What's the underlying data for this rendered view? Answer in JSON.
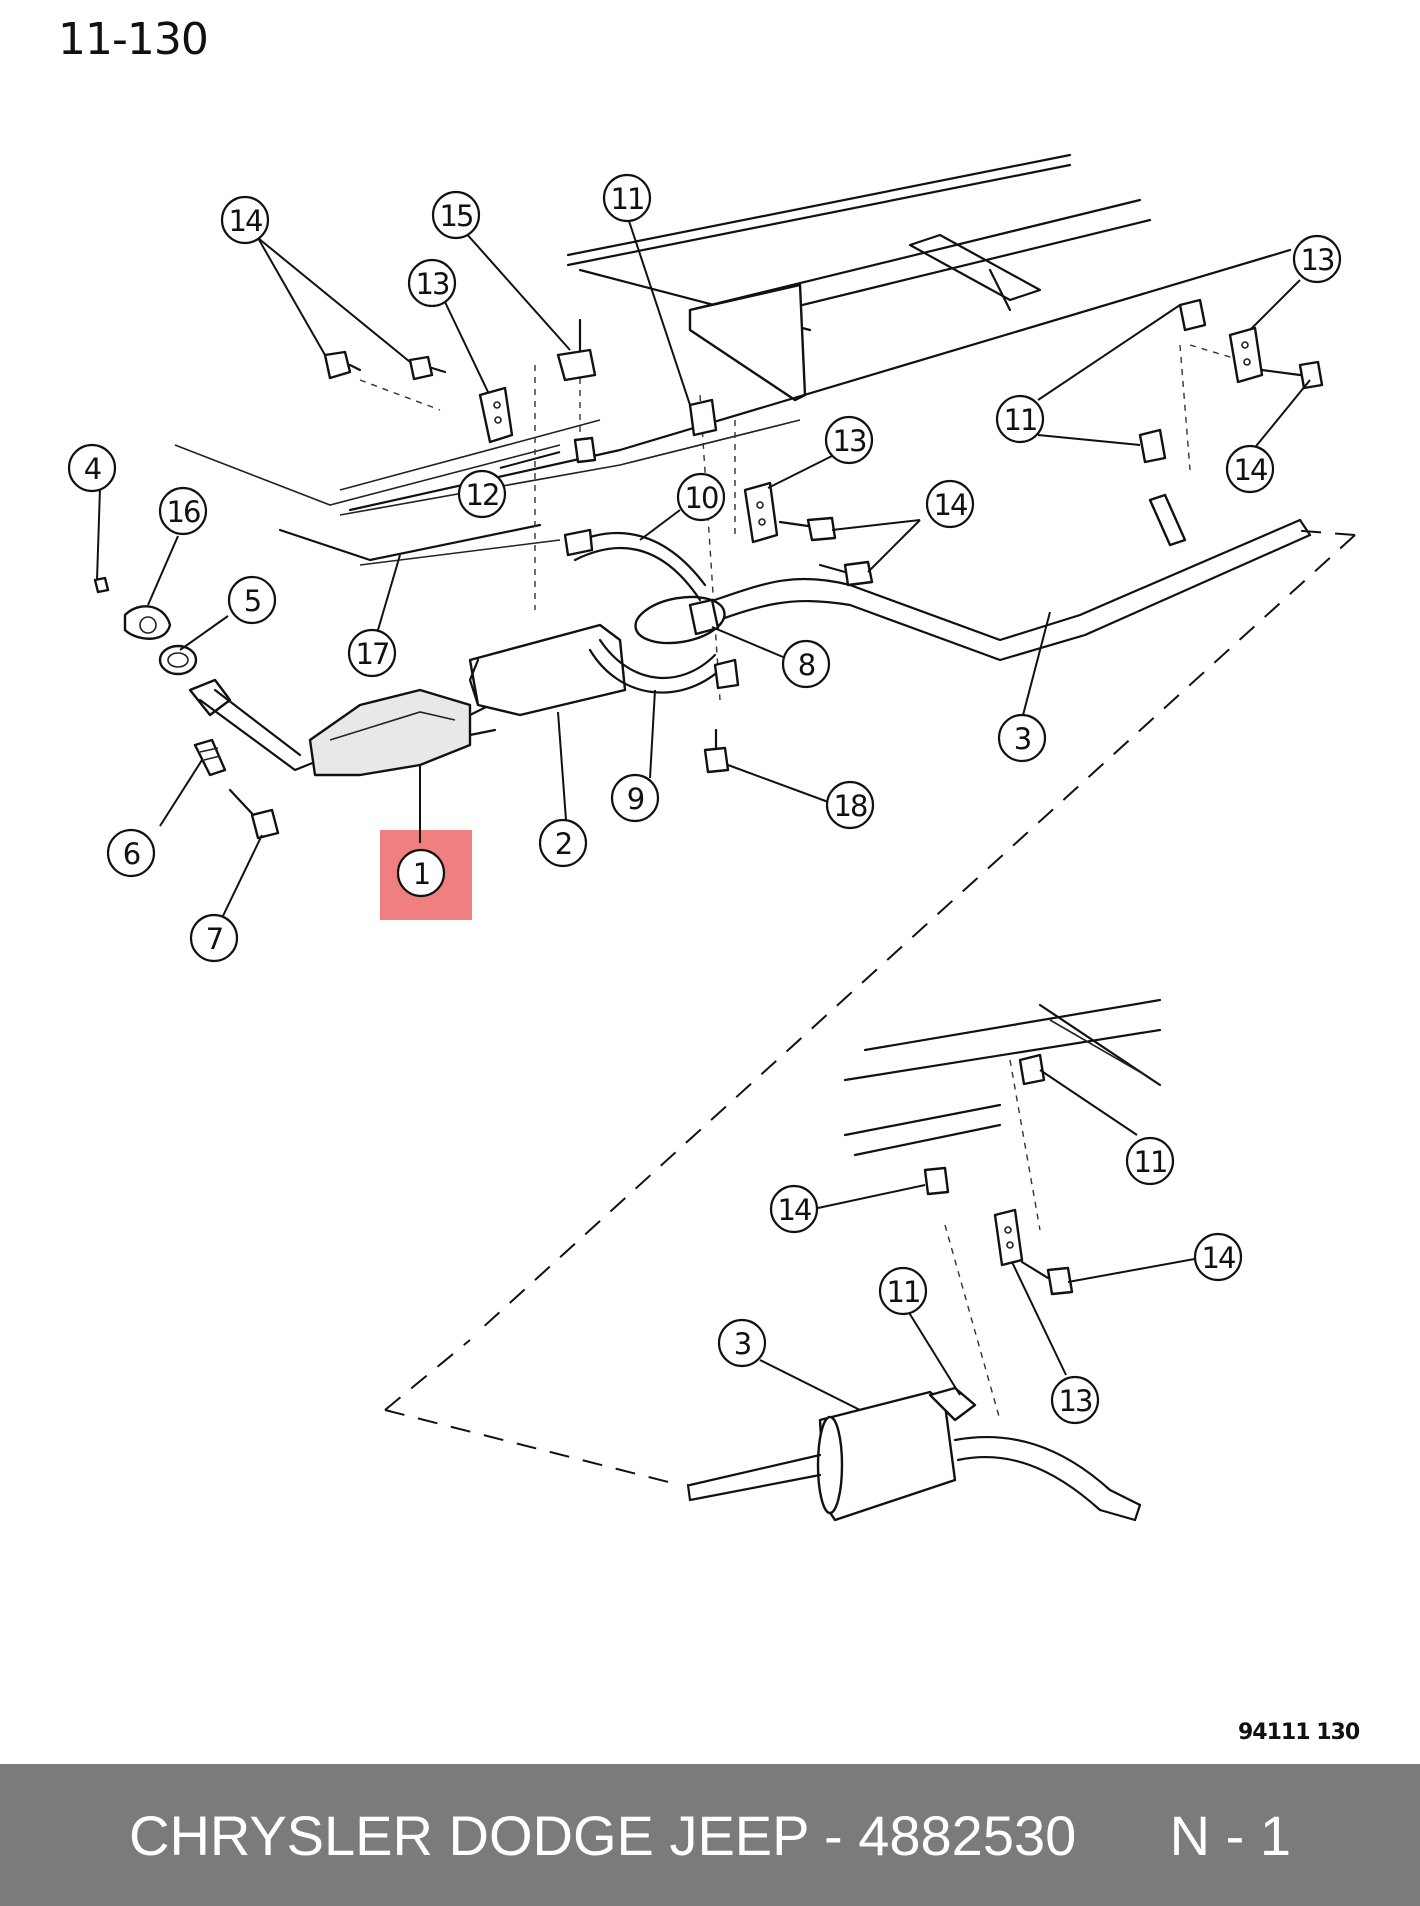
{
  "page_number": "11-130",
  "figure_code": "94111 130",
  "highlight_color": "#f08080",
  "highlighted_part": "1",
  "callouts": [
    "14",
    "15",
    "11",
    "13",
    "13",
    "4",
    "16",
    "12",
    "10",
    "13",
    "14",
    "11",
    "14",
    "5",
    "17",
    "8",
    "3",
    "6",
    "2",
    "9",
    "18",
    "1",
    "7",
    "11",
    "14",
    "14",
    "11",
    "3",
    "13"
  ],
  "caption": {
    "brand": "CHRYSLER DODGE JEEP - 4882530",
    "note": "N - 1"
  }
}
